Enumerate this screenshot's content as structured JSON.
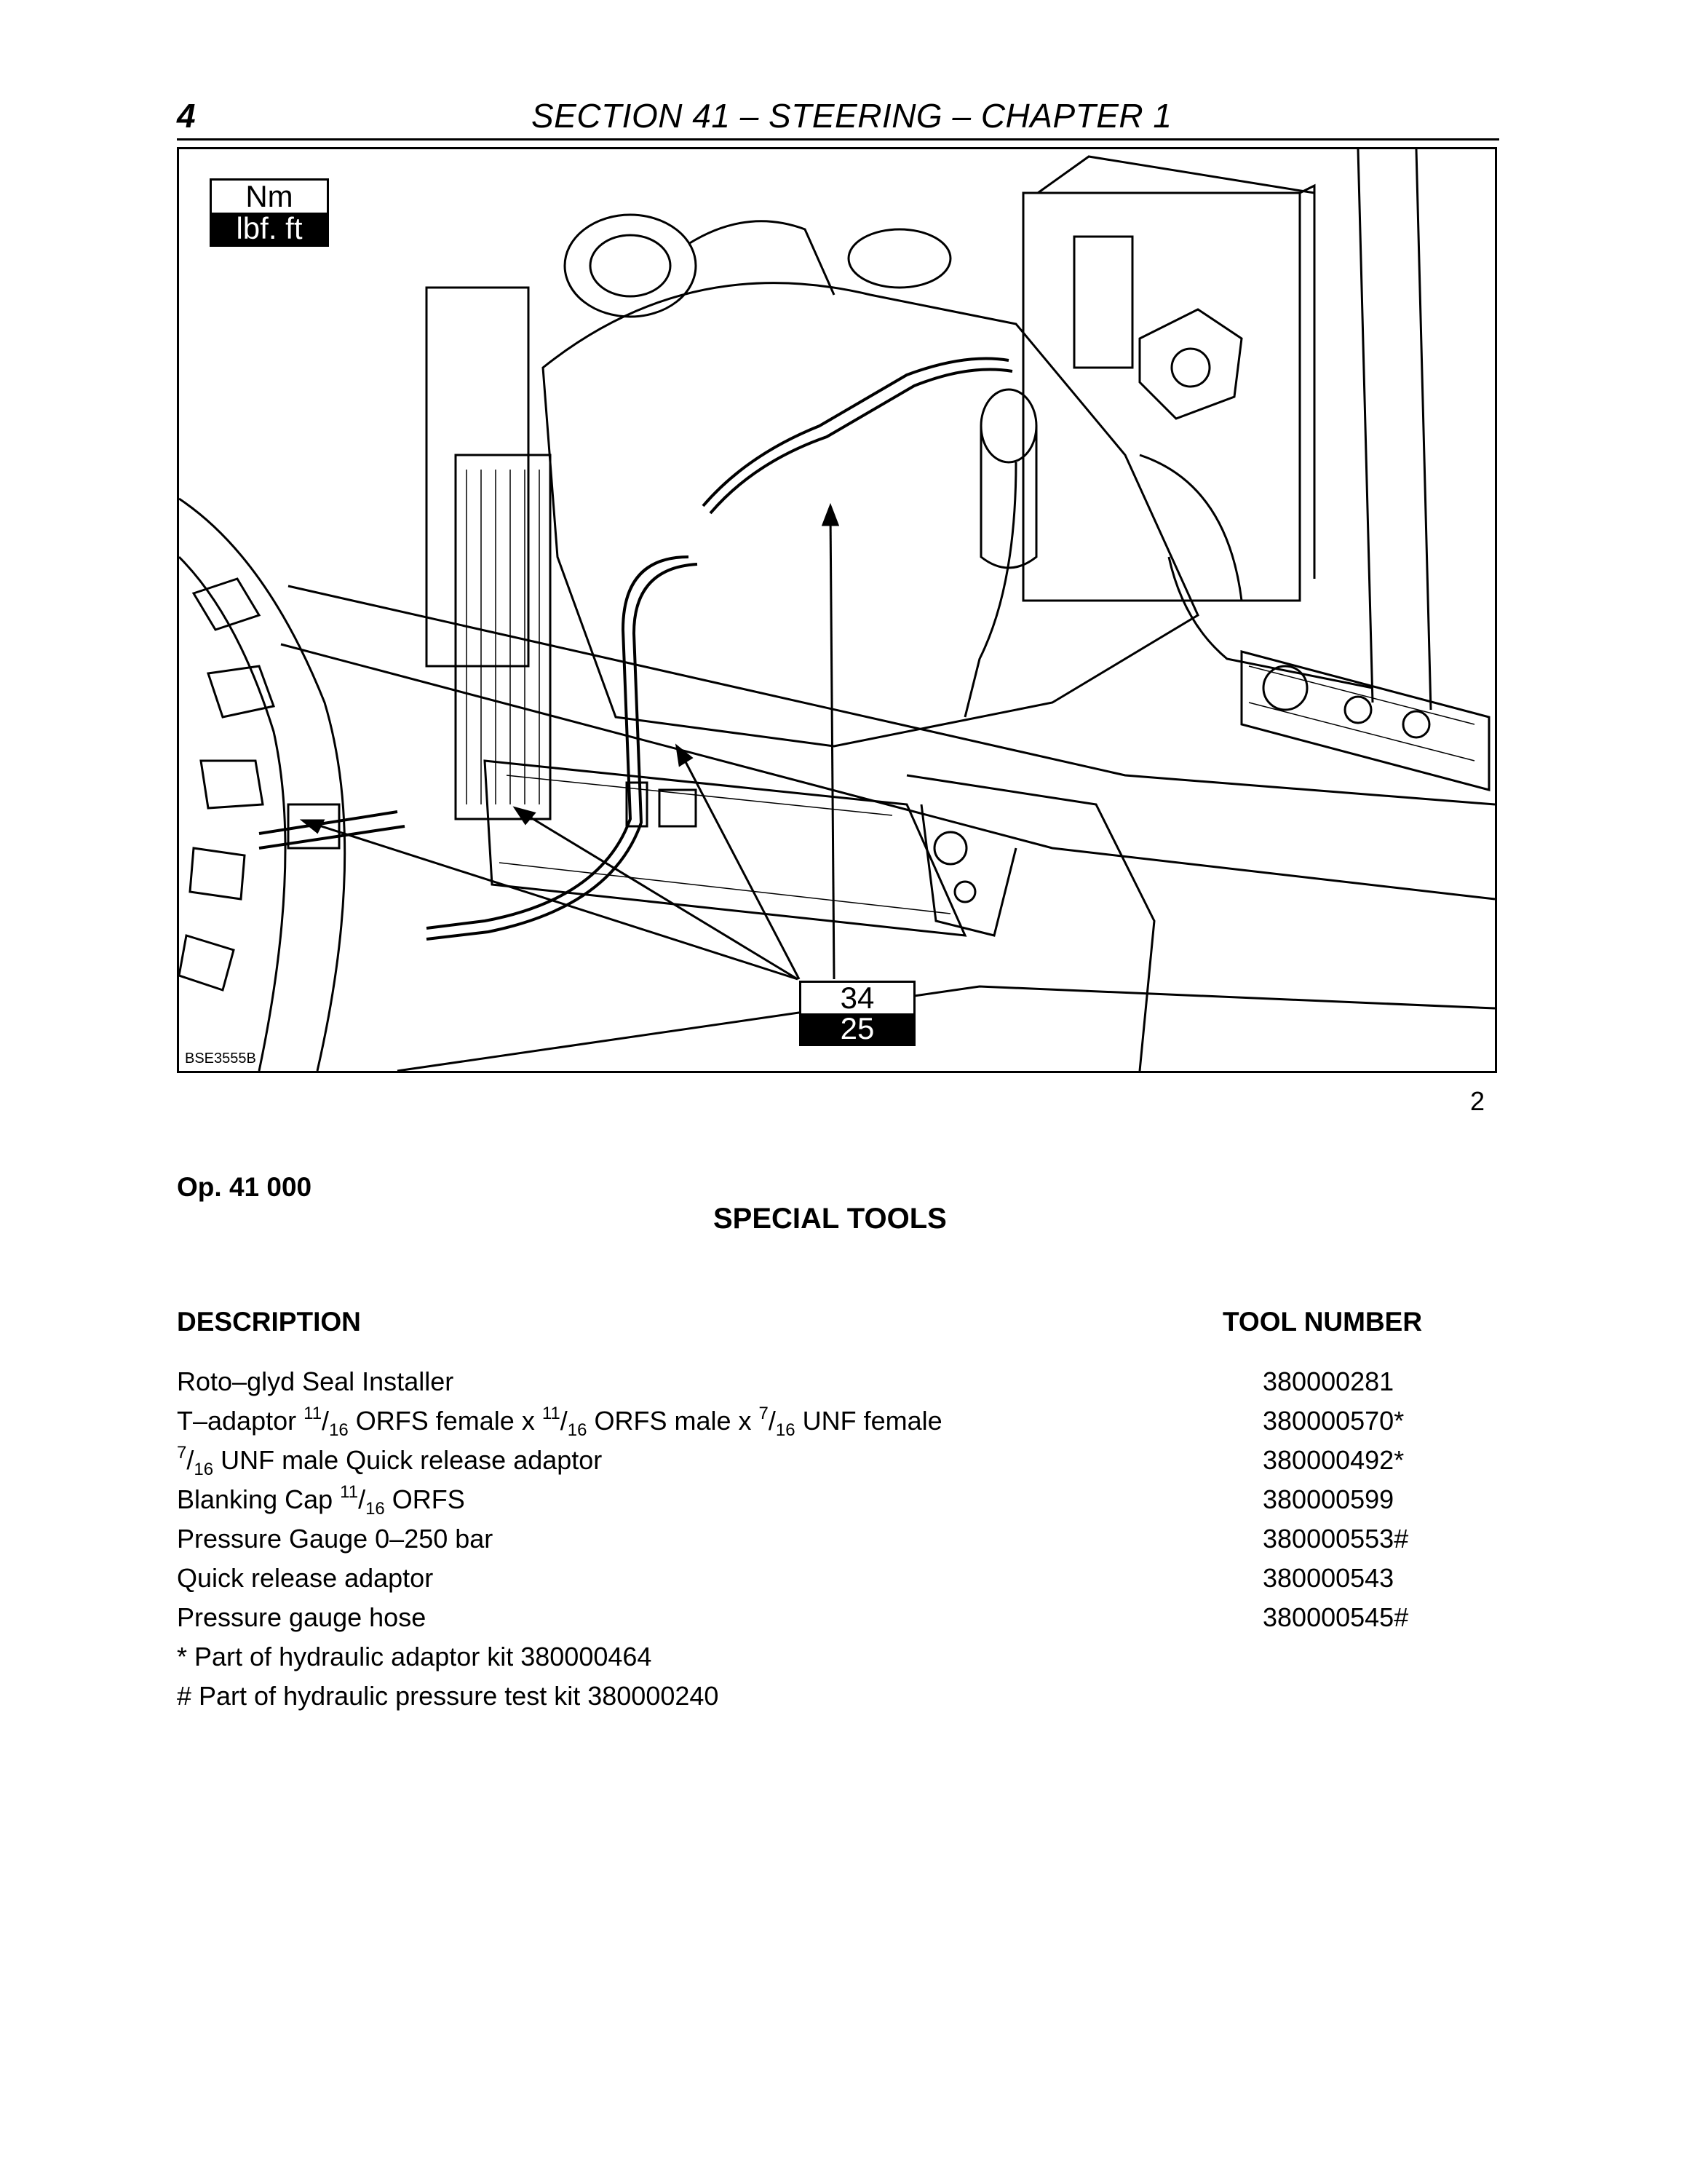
{
  "header": {
    "page_number": "4",
    "section_title": "SECTION 41 – STEERING – CHAPTER 1"
  },
  "figure": {
    "torque_unit_top": "Nm",
    "torque_unit_bottom": "lbf. ft",
    "torque_value_nm": "34",
    "torque_value_lbf": "25",
    "reference_code": "BSE3555B",
    "figure_number": "2"
  },
  "operation": "Op. 41 000",
  "title": "SPECIAL TOOLS",
  "table": {
    "headers": {
      "description": "DESCRIPTION",
      "tool_number": "TOOL NUMBER"
    },
    "rows": [
      {
        "description": "Roto–glyd Seal Installer",
        "tool_number": "380000281"
      },
      {
        "d1": "T–adaptor ",
        "f1n": "11",
        "f1d": "16",
        "d2": " ORFS female x ",
        "f2n": "11",
        "f2d": "16",
        "d3": " ORFS male x ",
        "f3n": "7",
        "f3d": "16",
        "d4": " UNF female",
        "tool_number": "380000570*"
      },
      {
        "f1n": "7",
        "f1d": "16",
        "d1": " UNF male Quick release adaptor",
        "tool_number": "380000492*"
      },
      {
        "d1": "Blanking Cap ",
        "f1n": "11",
        "f1d": "16",
        "d2": " ORFS",
        "tool_number": "380000599"
      },
      {
        "description": "Pressure Gauge 0–250 bar",
        "tool_number": "380000553#"
      },
      {
        "description": "Quick release adaptor",
        "tool_number": "380000543"
      },
      {
        "description": "Pressure gauge hose",
        "tool_number": "380000545#"
      }
    ],
    "notes": [
      "* Part of hydraulic adaptor kit 380000464",
      "# Part of hydraulic pressure test kit 380000240"
    ]
  }
}
